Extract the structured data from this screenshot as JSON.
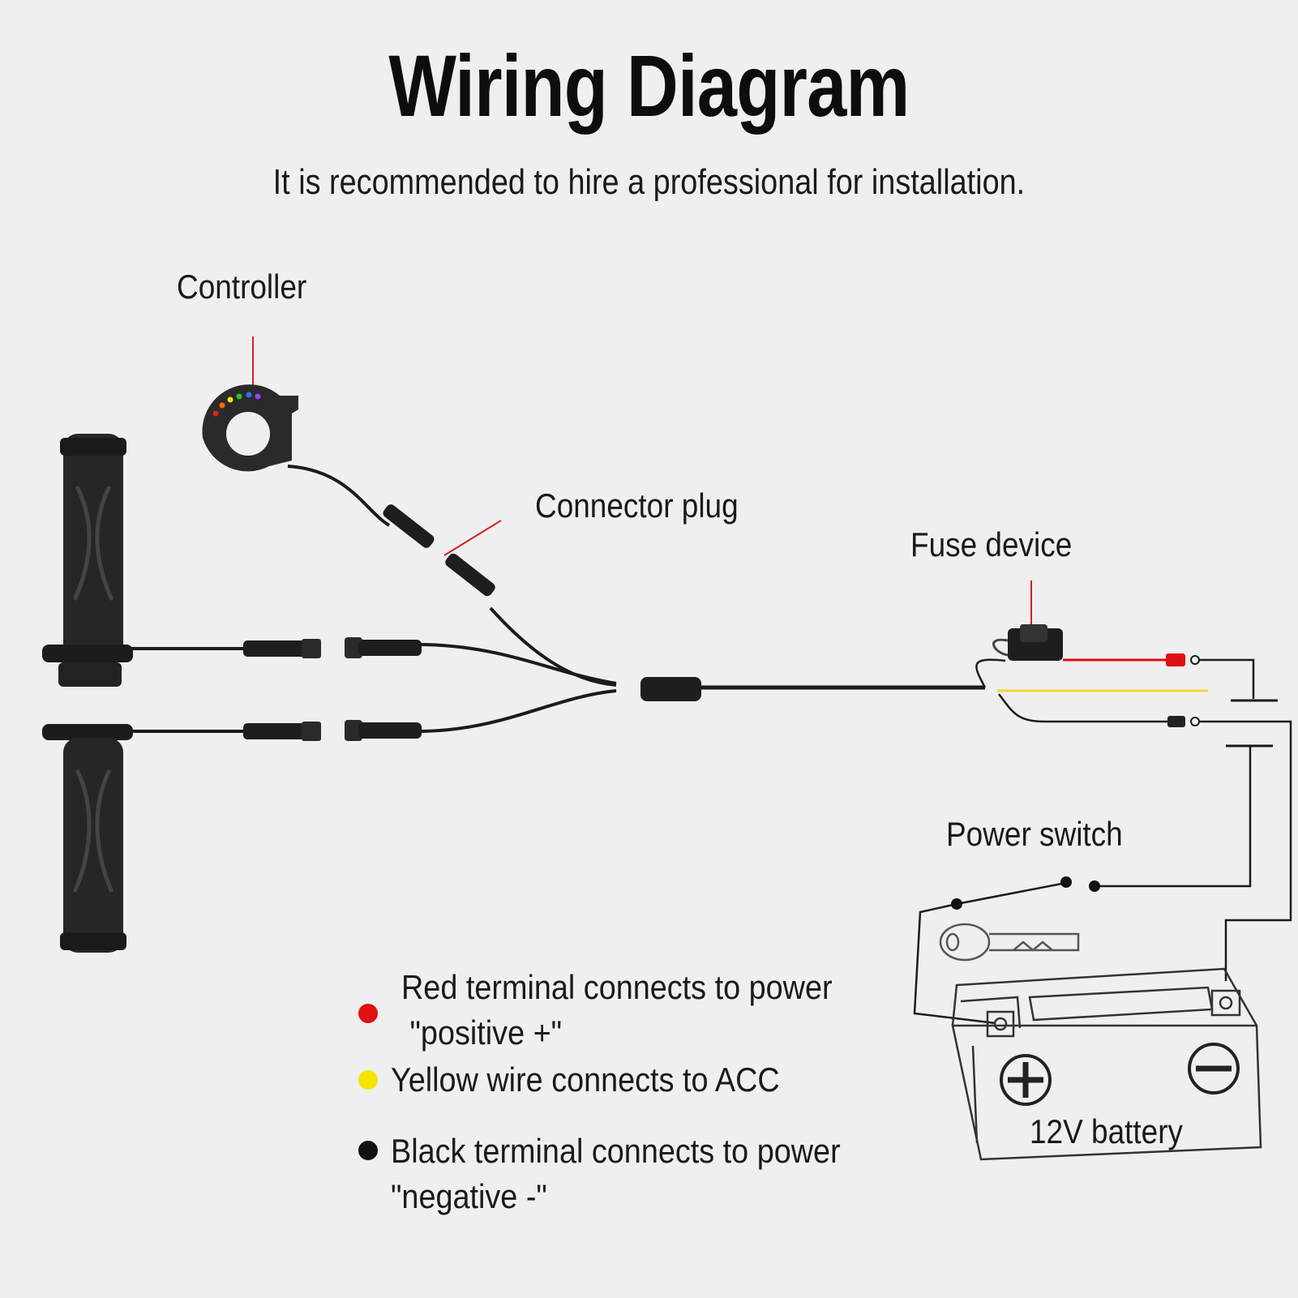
{
  "title": "Wiring Diagram",
  "subtitle": "It is recommended to hire a professional for installation.",
  "labels": {
    "controller": "Controller",
    "connector_plug": "Connector plug",
    "fuse_device": "Fuse device",
    "power_switch": "Power switch",
    "battery": "12V battery"
  },
  "legend": [
    {
      "color": "#e01010",
      "line1": "Red terminal connects to power",
      "line2": " \"positive +\""
    },
    {
      "color": "#f5e400",
      "line1": "Yellow wire connects to ACC",
      "line2": ""
    },
    {
      "color": "#111111",
      "line1": "Black terminal connects to power",
      "line2": "\"negative -\""
    }
  ],
  "colors": {
    "wire_red": "#e01010",
    "wire_yellow": "#f2d430",
    "wire_black": "#1b1b1b",
    "leader_red": "#d42020"
  },
  "icons": [
    "controller-icon",
    "grip-icon",
    "fuse-icon",
    "key-icon",
    "battery-icon",
    "plus-icon",
    "minus-icon"
  ]
}
